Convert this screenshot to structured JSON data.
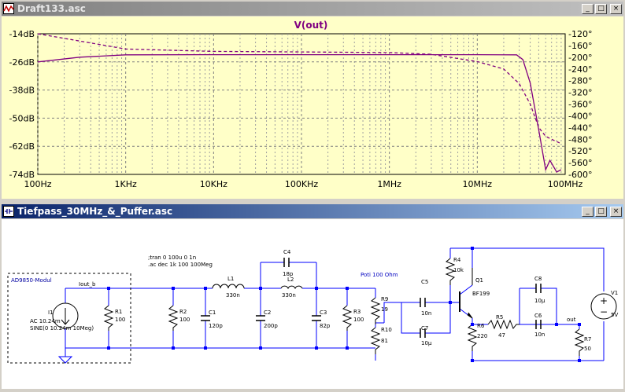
{
  "plot_window": {
    "title": "Draft133.asc",
    "buttons": [
      "_",
      "□",
      "×"
    ]
  },
  "plot": {
    "trace": "V(out)",
    "ylabels_left": [
      "-14dB",
      "-26dB",
      "-38dB",
      "-50dB",
      "-62dB",
      "-74dB"
    ],
    "ylabels_right": [
      "-120°",
      "-160°",
      "-200°",
      "-240°",
      "-280°",
      "-320°",
      "-360°",
      "-400°",
      "-440°",
      "-480°",
      "-520°",
      "-560°",
      "-600°"
    ],
    "xlabels": [
      "100Hz",
      "1KHz",
      "10KHz",
      "100KHz",
      "1MHz",
      "10MHz",
      "100MHz"
    ],
    "trace_color": "#800080"
  },
  "chart_data": {
    "type": "line",
    "title": "V(out)",
    "x_scale": "log",
    "xlim": [
      100,
      100000000
    ],
    "ylim_left": [
      -74,
      -14
    ],
    "ylim_right": [
      -600,
      -120
    ],
    "series": [
      {
        "name": "V(out)",
        "axis": "left",
        "style": "solid",
        "x": [
          100,
          300,
          1000,
          10000,
          100000,
          1000000,
          10000000,
          28000000,
          33000000,
          40000000,
          50000000,
          60000000,
          67000000,
          80000000,
          90000000
        ],
        "y": [
          -26,
          -24,
          -23,
          -22.9,
          -22.9,
          -22.9,
          -22.9,
          -23,
          -25,
          -35,
          -55,
          -72,
          -68,
          -73,
          -72
        ]
      },
      {
        "name": "V(out)",
        "axis": "right",
        "style": "dashed",
        "x": [
          100,
          1000,
          10000,
          100000,
          1000000,
          3000000,
          10000000,
          20000000,
          30000000,
          40000000,
          50000000,
          60000000,
          70000000,
          90000000
        ],
        "y": [
          -120,
          -172,
          -180,
          -182,
          -184,
          -190,
          -215,
          -240,
          -290,
          -360,
          -440,
          -470,
          -480,
          -495
        ]
      }
    ]
  },
  "schem_window": {
    "title": "Tiefpass_30MHz_&_Puffer.asc",
    "buttons": [
      "_",
      "□",
      "×"
    ]
  },
  "schematic": {
    "module_label": "AD9850-Modul",
    "node_iout": "Iout_b",
    "i1": {
      "name": "I1",
      "val1": "AC 10.24m",
      "val2": "SINE(0 10.24m 10Meg)"
    },
    "r1": {
      "name": "R1",
      "val": "100"
    },
    "r2": {
      "name": "R2",
      "val": "100"
    },
    "c1": {
      "name": "C1",
      "val": "120p"
    },
    "l1": {
      "name": "L1",
      "val": "330n"
    },
    "c2": {
      "name": "C2",
      "val": "200p"
    },
    "c4": {
      "name": "C4",
      "val": "18p"
    },
    "l2": {
      "name": "L2",
      "val": "330n"
    },
    "c3": {
      "name": "C3",
      "val": "82p"
    },
    "r3": {
      "name": "R3",
      "val": "100"
    },
    "directive1": ";tran 0 100u 0 1n",
    "directive2": ".ac dec 1k 100 100Meg",
    "poti_note": "Poti 100 Ohm",
    "r9": {
      "name": "R9",
      "val": "19"
    },
    "r10": {
      "name": "R10",
      "val": "81"
    },
    "c5": {
      "name": "C5",
      "val": "10n"
    },
    "c7": {
      "name": "C7",
      "val": "10µ"
    },
    "r4": {
      "name": "R4",
      "val": "10k"
    },
    "q1": {
      "name": "Q1",
      "val": "BF199"
    },
    "r6": {
      "name": "R6",
      "val": "220"
    },
    "r5": {
      "name": "R5",
      "val": "47"
    },
    "c8": {
      "name": "C8",
      "val": "10µ"
    },
    "c6": {
      "name": "C6",
      "val": "10n"
    },
    "node_out": "out",
    "r7": {
      "name": "R7",
      "val": "50"
    },
    "v1": {
      "name": "V1",
      "val": "5V"
    },
    "wire_color": "#0000ff",
    "label_color": "#0000a0"
  }
}
